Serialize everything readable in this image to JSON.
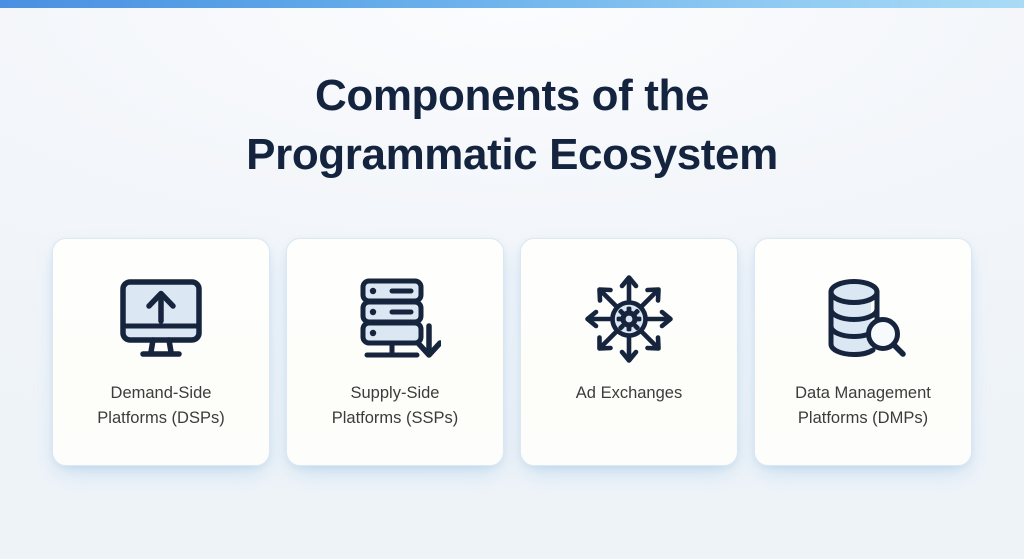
{
  "slide": {
    "title_line_1": "Components of the",
    "title_line_2": "Programmatic Ecosystem",
    "accent_color_start": "#4a90e2",
    "accent_color_end": "#a9dbf6",
    "title_color": "#14243f",
    "background_color": "#f3f6fa",
    "card_background": "#fdfdfb",
    "card_border_color": "#dde7f1",
    "icon_stroke_color": "#16243d",
    "icon_fill_color": "#dbe7f3",
    "label_color": "#3c3c3c"
  },
  "cards": [
    {
      "icon": "monitor-upload-icon",
      "label_line_1": "Demand-Side",
      "label_line_2": "Platforms (DSPs)"
    },
    {
      "icon": "server-download-icon",
      "label_line_1": "Supply-Side",
      "label_line_2": "Platforms (SSPs)"
    },
    {
      "icon": "hub-arrows-gear-icon",
      "label_line_1": "Ad Exchanges",
      "label_line_2": ""
    },
    {
      "icon": "database-search-icon",
      "label_line_1": "Data Management",
      "label_line_2": "Platforms (DMPs)"
    }
  ]
}
